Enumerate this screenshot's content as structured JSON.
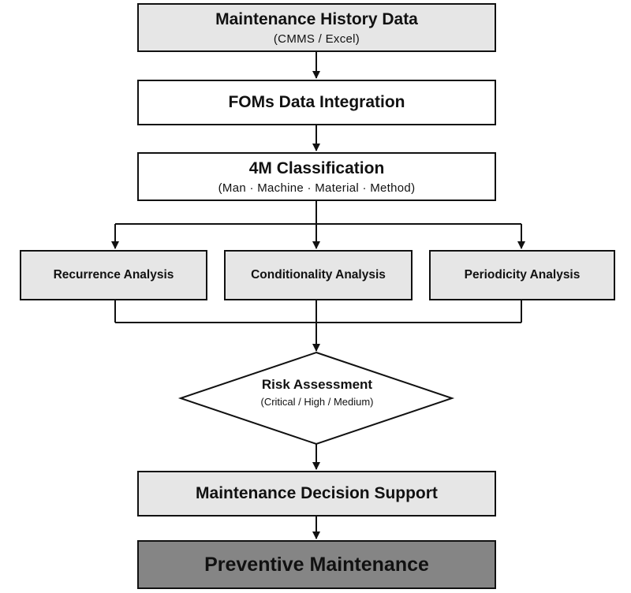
{
  "nodes": {
    "history": {
      "title": "Maintenance History Data",
      "subtitle": "(CMMS / Excel)"
    },
    "integration": {
      "title": "FOMs Data Integration"
    },
    "classification": {
      "title": "4M Classification",
      "subtitle": "(Man · Machine · Material · Method)"
    },
    "recurrence": {
      "title": "Recurrence Analysis"
    },
    "conditionality": {
      "title": "Conditionality Analysis"
    },
    "periodicity": {
      "title": "Periodicity Analysis"
    },
    "risk": {
      "title": "Risk Assessment",
      "subtitle": "(Critical / High / Medium)"
    },
    "decision": {
      "title": "Maintenance Decision Support"
    },
    "preventive": {
      "title": "Preventive Maintenance"
    }
  },
  "colors": {
    "line": "#111111",
    "light_fill": "#e6e6e6",
    "dark_fill": "#858585",
    "white_fill": "#ffffff"
  }
}
